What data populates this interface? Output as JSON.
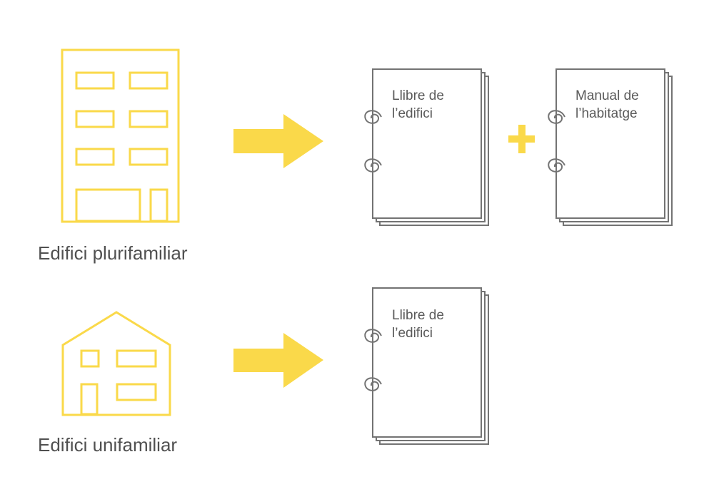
{
  "colors": {
    "yellow": "#FAD94A",
    "line": "#737373",
    "text": "#505050"
  },
  "rows": [
    {
      "building_type": "multi-family-building",
      "label": "Edifici plurifamiliar",
      "arrow_icon": "right-arrow-icon",
      "documents": [
        {
          "title": "Llibre de\nl’edifici",
          "icon": "ring-binder-icon"
        },
        {
          "title": "Manual de\nl’habitatge",
          "icon": "ring-binder-icon"
        }
      ],
      "connector": "+"
    },
    {
      "building_type": "single-family-house",
      "label": "Edifici unifamiliar",
      "arrow_icon": "right-arrow-icon",
      "documents": [
        {
          "title": "Llibre de\nl’edifici",
          "icon": "ring-binder-icon"
        }
      ]
    }
  ]
}
